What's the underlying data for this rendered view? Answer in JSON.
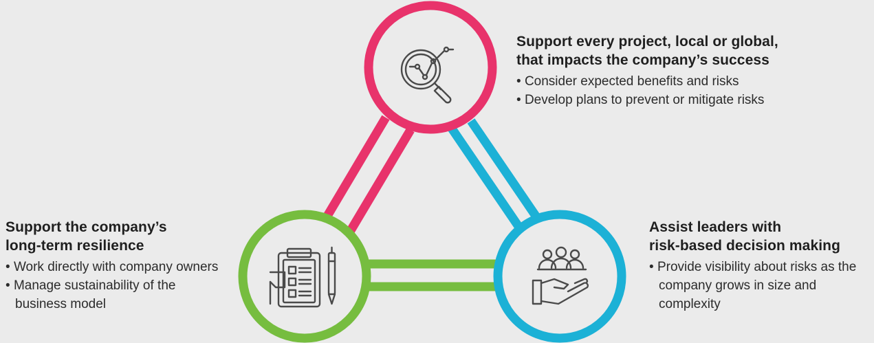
{
  "colors": {
    "background": "#ebebeb",
    "pink": "#e8336b",
    "green": "#76bd3f",
    "blue": "#1cb1d6",
    "icon_stroke": "#4a4a4a"
  },
  "nodes": {
    "top": {
      "icon": "magnifier-chart-icon",
      "title_lines": [
        "Support every project, local or global,",
        "that impacts the company’s success"
      ],
      "bullets": [
        "Consider expected benefits and risks",
        "Develop plans to prevent or mitigate risks"
      ]
    },
    "left": {
      "icon": "clipboard-checklist-icon",
      "title_lines": [
        "Support the company’s",
        "long-term resilience"
      ],
      "bullets": [
        "Work directly with company owners",
        "Manage sustainability of the business model"
      ]
    },
    "right": {
      "icon": "hand-with-people-icon",
      "title_lines": [
        "Assist leaders with",
        "risk-based decision making"
      ],
      "bullets": [
        "Provide visibility about risks as the company grows in size and complexity"
      ]
    }
  }
}
